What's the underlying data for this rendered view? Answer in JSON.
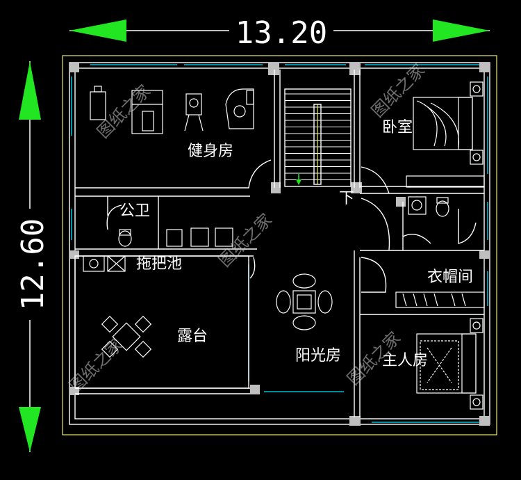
{
  "dimensions": {
    "width_label": "13.20",
    "height_label": "12.60"
  },
  "rooms": [
    {
      "id": "gym",
      "label": "健身房"
    },
    {
      "id": "bedroom",
      "label": "卧室"
    },
    {
      "id": "bathroom",
      "label": "公卫"
    },
    {
      "id": "mop-sink",
      "label": "拖把池"
    },
    {
      "id": "terrace",
      "label": "露台"
    },
    {
      "id": "sunroom",
      "label": "阳光房"
    },
    {
      "id": "cloakroom",
      "label": "衣帽间"
    },
    {
      "id": "master-bedroom",
      "label": "主人房"
    }
  ],
  "stair_marker": "下",
  "watermark": "图纸之家",
  "colors": {
    "background": "#000000",
    "dimension_arrow": "#22e622",
    "wall": "#bfbfbf",
    "window": "#00bcd4",
    "border": "#e8e870"
  }
}
